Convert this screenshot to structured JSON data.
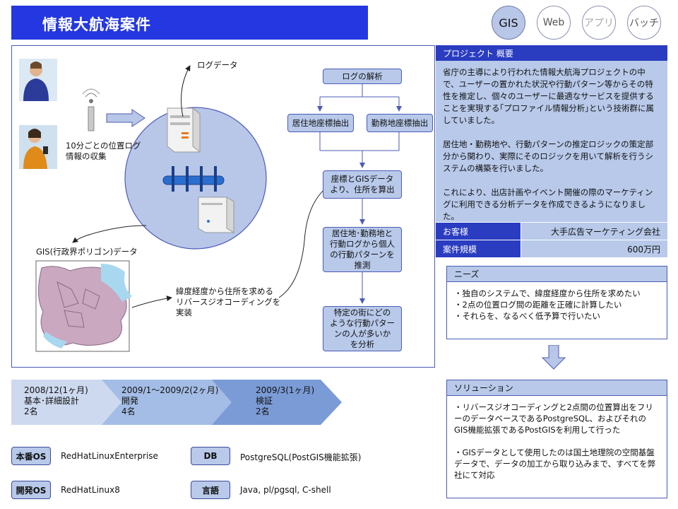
{
  "title": "情報大航海案件",
  "categories": [
    {
      "label": "GIS",
      "active": true
    },
    {
      "label": "Web",
      "active": false
    },
    {
      "label": "アプリ",
      "active": false
    },
    {
      "label": "バッチ",
      "active": false
    }
  ],
  "diagram": {
    "log_data": "ログデータ",
    "position_log": "10分ごとの位置ログ\n情報の収集",
    "gis_data": "GIS(行政界ポリゴン)データ",
    "reverse_geocoding": "緯度経度から住所を求める\nリバースジオコーディングを\n実装",
    "flow": {
      "log_analysis": "ログの解析",
      "home_coords": "居住地座標抽出",
      "work_coords": "勤務地座標抽出",
      "address_calc": "座標とGISデータ\nより、住所を算出",
      "pattern_infer": "居住地･勤務地と\n行動ログから個人\nの行動パターンを\n推測",
      "street_analysis": "特定の街にどの\nような行動パター\nンの人が多いか\nを分析"
    }
  },
  "project": {
    "heading": "プロジェクト 概要",
    "paragraphs": [
      "省庁の主導により行われた情報大航海プロジェクトの中で、ユーザーの置かれた状況や行動パターン等からその特性を推定し、個々のユーザーに最適なサービスを提供することを実現する｢プロファイル情報分析｣という技術群に属していました。",
      "居住地・勤務地や、行動パターンの推定ロジックの策定部分から関わり、実際にそのロジックを用いて解析を行うシステムの構築を行いました。",
      "これにより、出店計画やイベント開催の際のマーケティングに利用できる分析データを作成できるようになりました。"
    ],
    "client_label": "お客様",
    "client_value": "大手広告マーケティング会社",
    "scale_label": "案件規模",
    "scale_value": "600万円"
  },
  "needs": {
    "heading": "ニーズ",
    "items": [
      "・独自のシステムで、緯度経度から住所を求めたい",
      "・2点の位置ログ間の距離を正確に計算したい",
      "・それらを、なるべく低予算で行いたい"
    ]
  },
  "solution": {
    "heading": "ソリューション",
    "items": [
      "・リバースジオコーディングと2点間の位置算出をフリーのデータベースであるPostgreSQL、およびそれのGIS機能拡張であるPostGISを利用して行った",
      "・GISデータとして使用したのは国土地理院の空間基盤データで、データの加工から取り込みまで、すべてを弊社にて対応"
    ]
  },
  "timeline": [
    {
      "period": "2008/12(1ヶ月)",
      "phase": "基本･詳細設計",
      "people": "2名"
    },
    {
      "period": "2009/1～2009/2(2ヶ月)",
      "phase": "開発",
      "people": "4名"
    },
    {
      "period": "2009/3(1ヶ月)",
      "phase": "検証",
      "people": "2名"
    }
  ],
  "environment": {
    "prod_os_label": "本番OS",
    "prod_os": "RedHatLinuxEnterprise",
    "dev_os_label": "開発OS",
    "dev_os": "RedHatLinux8",
    "db_label": "DB",
    "db": "PostgreSQL(PostGIS機能拡張)",
    "lang_label": "言語",
    "lang": "Java, pl/pgsql, C-shell"
  },
  "colors": {
    "title_bg": "#2437e0",
    "panel_dark": "#2a3cc0",
    "panel_light": "#b8c9ea",
    "circle_fill": "#b8c6e8"
  }
}
